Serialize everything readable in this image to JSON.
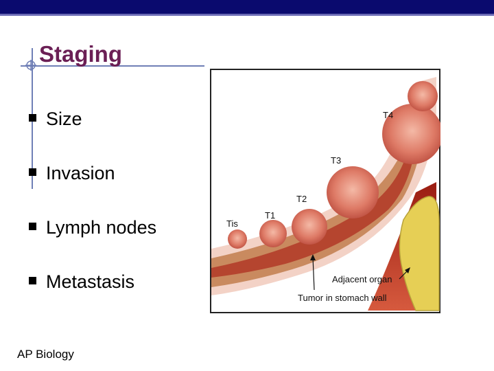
{
  "slide": {
    "title": "Staging",
    "bullets": [
      "Size",
      "Invasion",
      "Lymph nodes",
      "Metastasis"
    ],
    "footer": "AP Biology"
  },
  "figure": {
    "labels": {
      "t4": "T4",
      "t3": "T3",
      "t2": "T2",
      "t1": "T1",
      "tis": "Tis",
      "adjacent": "Adjacent organ",
      "tumor": "Tumor in stomach wall"
    }
  },
  "colors": {
    "topbar": "#0a0a6e",
    "title": "#6b1f55",
    "rule": "#6f7fb6"
  }
}
